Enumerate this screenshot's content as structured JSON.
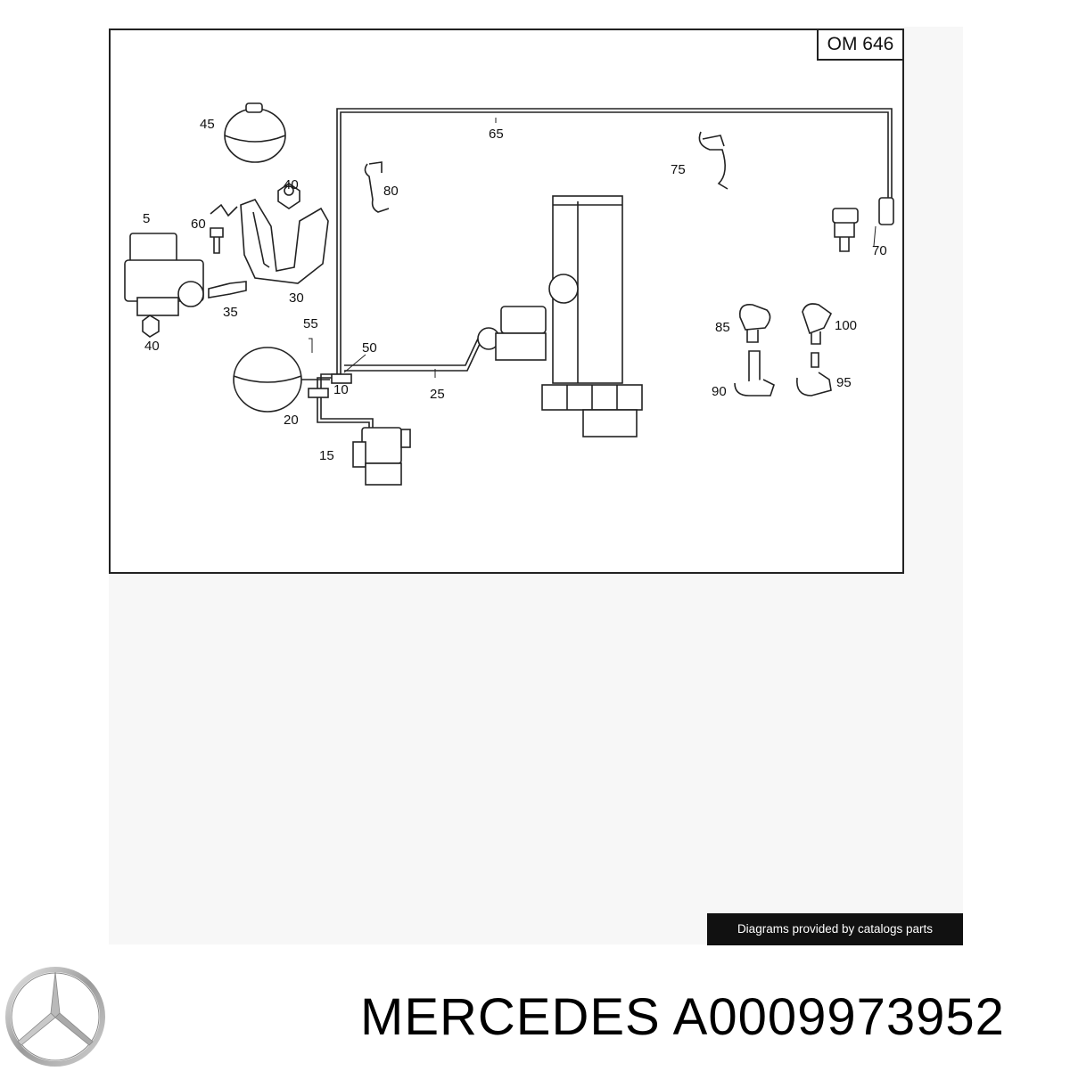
{
  "diagram": {
    "engine_code": "OM 646",
    "callouts": [
      "45",
      "40",
      "5",
      "60",
      "30",
      "35",
      "40",
      "55",
      "50",
      "10",
      "20",
      "15",
      "65",
      "80",
      "75",
      "70",
      "25",
      "85",
      "100",
      "90",
      "95"
    ]
  },
  "credit": "Diagrams provided by catalogs parts",
  "title": {
    "brand": "MERCEDES",
    "part_number": "A0009973952"
  },
  "logo": {
    "icon": "mercedes-star-icon"
  }
}
